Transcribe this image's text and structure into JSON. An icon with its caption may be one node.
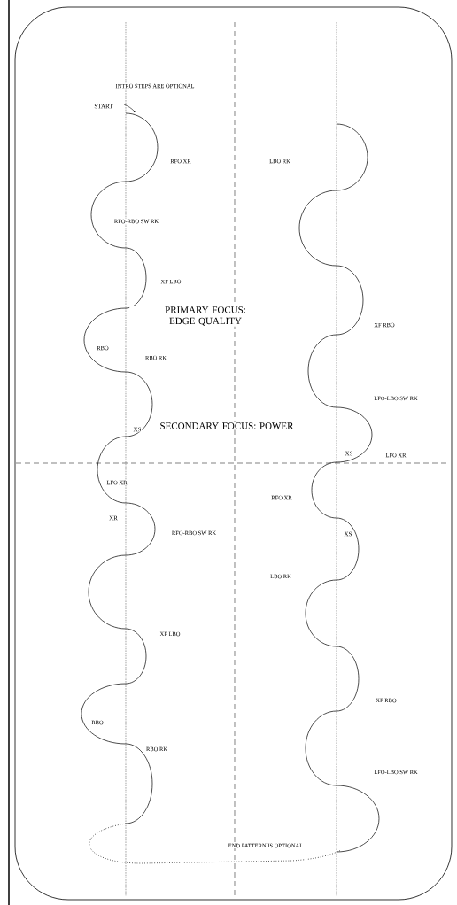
{
  "diagram": {
    "labels": [
      "INTRO STEPS ARE OPTIONAL",
      "START",
      "RFO XR",
      "LBO RK",
      "RFO-RBO SW RK",
      "XF LBO",
      "PRIMARY FOCUS: EDGE QUALITY",
      "XF RBO",
      "RBO",
      "RBO RK",
      "LFO-LBO SW RK",
      "SECONDARY FOCUS: POWER",
      "XS",
      "XS",
      "LFO XR",
      "LFO XR",
      "RFO XR",
      "XR",
      "RFO-RBO SW RK",
      "XS",
      "LBO RK",
      "XF LBO",
      "XF RBO",
      "RBO",
      "RBO RK",
      "LFO-LBO SW RK",
      "END PATTERN IS OPTIONAL"
    ]
  }
}
